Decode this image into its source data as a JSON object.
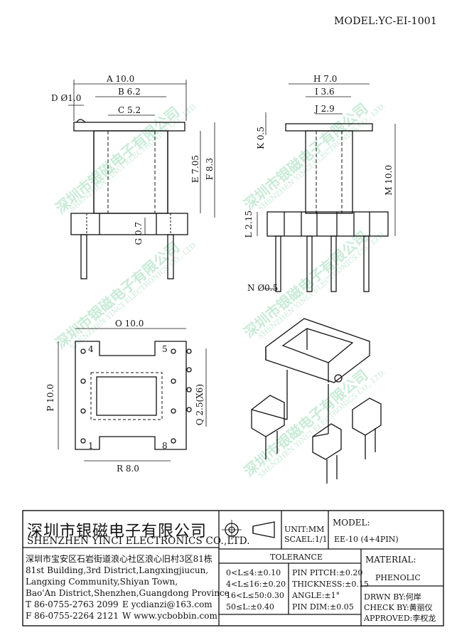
{
  "header": {
    "model_label": "MODEL:YC-EI-1001"
  },
  "front_view": {
    "d_label": "D Ø1.0",
    "a_label": "A 10.0",
    "b_label": "B 6.2",
    "c_label": "C 5.2",
    "e_label": "E 7.05",
    "f_label": "F 8.3",
    "g_label": "G 0.7"
  },
  "side_view": {
    "h_label": "H 7.0",
    "i_label": "I 3.6",
    "j_label": "J 2.9",
    "k_label": "K 0.5",
    "m_label": "M 10.0",
    "l_label": "L 2.15",
    "n_label": "N Ø0.5"
  },
  "bottom_view": {
    "o_label": "O 10.0",
    "p_label": "P 10.0",
    "q_label": "Q 2.5(X6)",
    "r_label": "R 8.0",
    "pins": [
      "4",
      "5",
      "1",
      "8"
    ]
  },
  "watermark": {
    "cn": "深圳市银磁电子有限公司",
    "en": "SHENZHEN YINCI ELECTRONICS CO., LTD."
  },
  "title_block": {
    "company_cn": "深圳市银磁电子有限公司",
    "company_en": "SHENZHEN YINCI ELECTRONICS CO.,LTD.",
    "address_cn": "深圳市宝安区石岩街道浪心社区浪心旧村3区81栋",
    "address_en": [
      "81st Building,3rd District,Langxingjiucun,",
      "Langxing Community,Shiyan Town,",
      "Bao'An District,Shenzhen,Guangdong Province"
    ],
    "phone": "T 86-0755-2763 2099",
    "email": "E ycdianzi@163.com",
    "fax": "F 86-0755-2264 2121",
    "web": "W www.ycbobbin.com",
    "unit": "UNIT:MM",
    "scale": "SCAEL:1/1",
    "model_label": "MODEL:",
    "model_value": "EE-10 (4+4PIN)",
    "tolerance_title": "TOLERANCE",
    "tolerances": [
      "0<L≤4:±0.10",
      "4<L≤16:±0.20",
      "16<L≤50:0.30",
      "50≤L:±0.40"
    ],
    "pin_specs": [
      "PIN PITCH:±0.20",
      "THICKNESS:±0.15",
      "ANGLE:±1°",
      "PIN DIM:±0.05"
    ],
    "material_label": "MATERIAL:",
    "material_value": "PHENOLIC",
    "drawn_by": "DRWN BY:何岸",
    "check_by": "CHECK BY:黄丽仪",
    "approved": "APPROVED:李权龙"
  }
}
